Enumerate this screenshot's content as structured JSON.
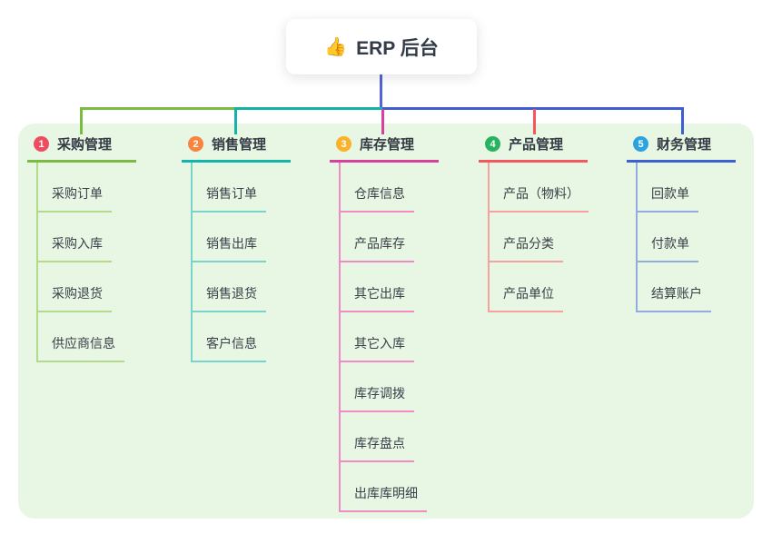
{
  "root": {
    "emoji": "👍",
    "label": "ERP 后台"
  },
  "branches": [
    {
      "num": "1",
      "label": "采购管理",
      "children": [
        "采购订单",
        "采购入库",
        "采购退货",
        "供应商信息"
      ]
    },
    {
      "num": "2",
      "label": "销售管理",
      "children": [
        "销售订单",
        "销售出库",
        "销售退货",
        "客户信息"
      ]
    },
    {
      "num": "3",
      "label": "库存管理",
      "children": [
        "仓库信息",
        "产品库存",
        "其它出库",
        "其它入库",
        "库存调拨",
        "库存盘点",
        "出库库明细"
      ]
    },
    {
      "num": "4",
      "label": "产品管理",
      "children": [
        "产品（物料）",
        "产品分类",
        "产品单位"
      ]
    },
    {
      "num": "5",
      "label": "财务管理",
      "children": [
        "回款单",
        "付款单",
        "结算账户"
      ]
    }
  ],
  "colors": {
    "panel": "#e8f6e4",
    "root_line": "#5562d8",
    "branch1": "#7cbb43",
    "branch1l": "#b4da89",
    "badge1": "#ee4d5f",
    "branch2": "#13b3aa",
    "branch2l": "#79d3cc",
    "badge2": "#f8853e",
    "branch3": "#d8409f",
    "branch3l": "#f08cc3",
    "badge3": "#f9b32a",
    "branch4": "#f4585d",
    "branch4l": "#f8a0a0",
    "badge4": "#26b45f",
    "branch5": "#3f5ed2",
    "branch5l": "#93aae2",
    "badge5": "#2ba3e0"
  }
}
